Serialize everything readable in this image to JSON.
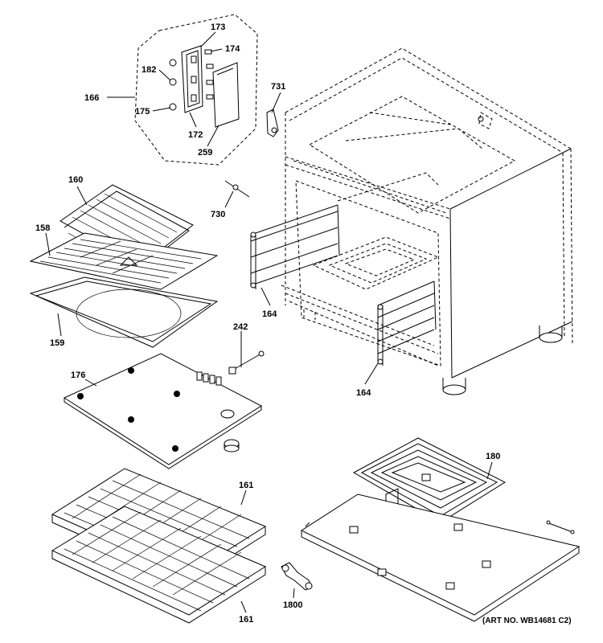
{
  "labels": {
    "p173": "173",
    "p174": "174",
    "p182": "182",
    "p166": "166",
    "p175": "175",
    "p172": "172",
    "p259": "259",
    "p731": "731",
    "p160": "160",
    "p730": "730",
    "p158": "158",
    "p164a": "164",
    "p159": "159",
    "p242": "242",
    "p164b": "164",
    "p176": "176",
    "p180": "180",
    "p161a": "161",
    "p161b": "161",
    "p1800": "1800"
  },
  "art_number": "(ART NO. WB14681 C2)"
}
